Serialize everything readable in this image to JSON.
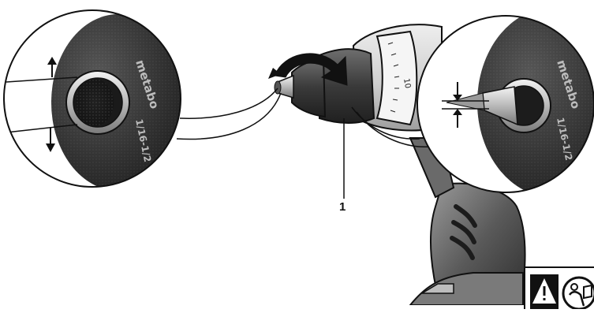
{
  "figure": {
    "callout_number": "1",
    "chuck_brand_text": "metabo",
    "chuck_size_text": "1/16-1/2",
    "clutch_scale_text": "10",
    "colors": {
      "ink": "#111111",
      "body_dark": "#3a3a3a",
      "body_mid": "#8c8c8c",
      "body_light": "#d9d9d9",
      "metal": "#c8c8c8"
    }
  },
  "icons": [
    "warning-triangle-icon",
    "instruction-manual-icon"
  ]
}
